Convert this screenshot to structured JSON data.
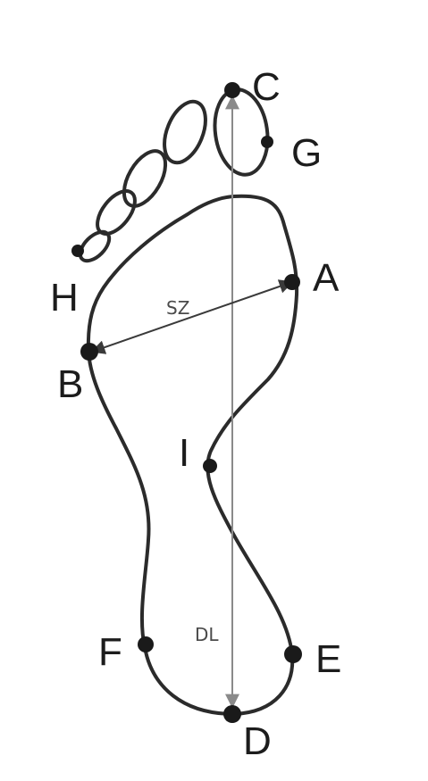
{
  "points": {
    "A": "A",
    "B": "B",
    "C": "C",
    "D": "D",
    "E": "E",
    "F": "F",
    "G": "G",
    "H": "H",
    "I": "I"
  },
  "measurements": {
    "width": "SZ",
    "length": "DL"
  },
  "colors": {
    "outline": "#2b2b2b",
    "label": "#1c1c1c",
    "measure_line": "#8a8a8a"
  }
}
